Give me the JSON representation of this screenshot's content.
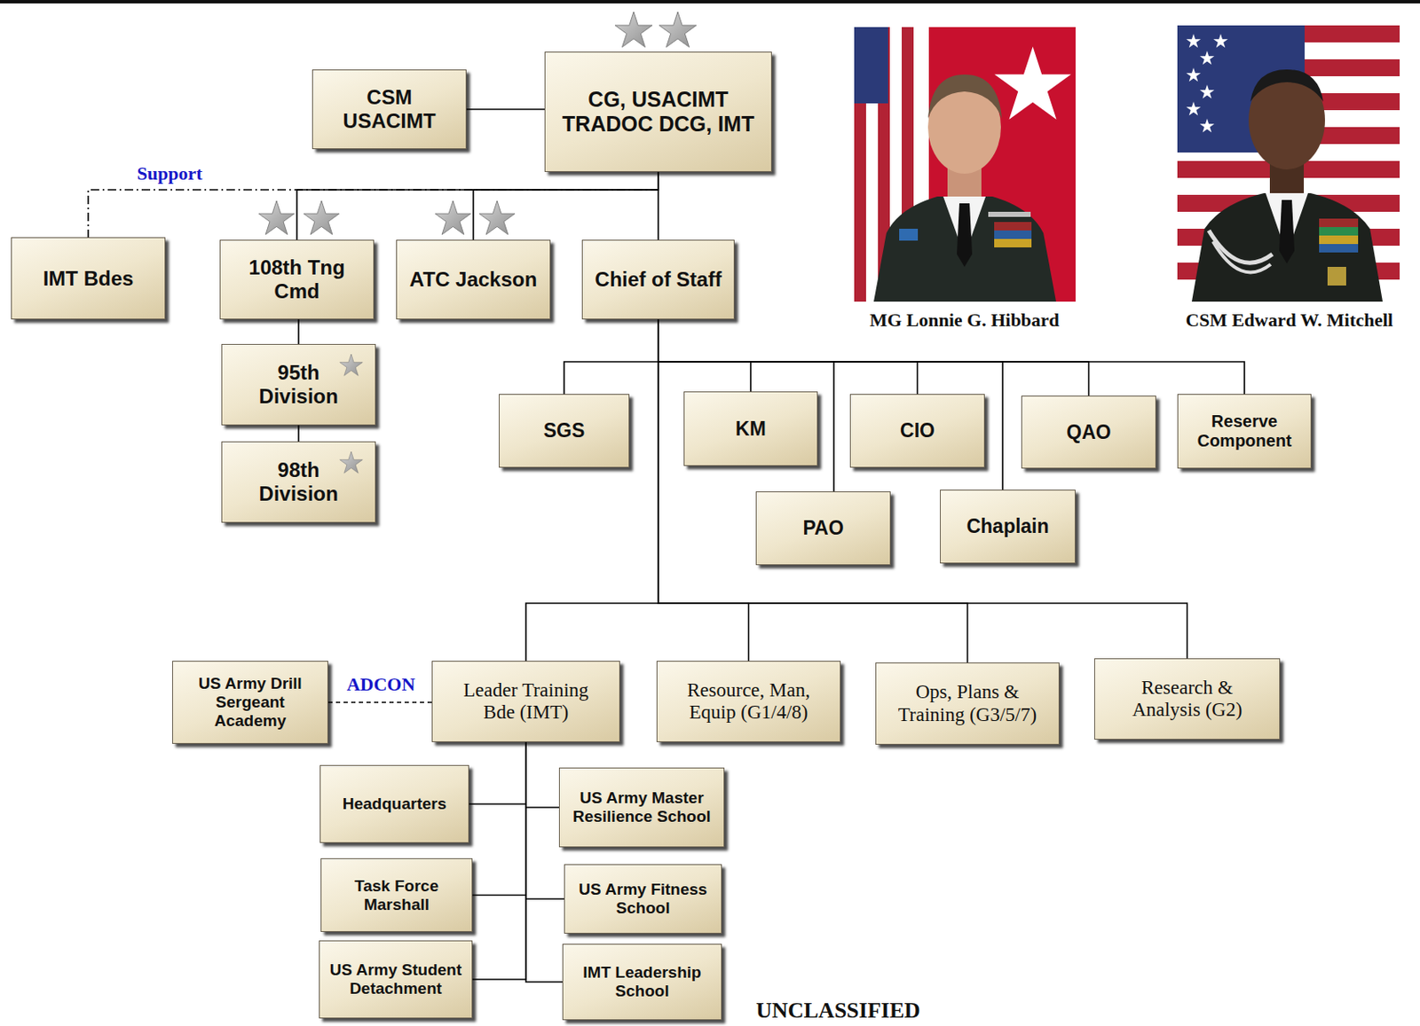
{
  "diagram": {
    "nodes": [
      {
        "text": [
          "CSM USACIMT"
        ]
      },
      {
        "text": [
          "CG, USACIMT TRADOC DCG, IMT"
        ]
      },
      {
        "text": [
          "IMT Bdes"
        ]
      },
      {
        "text": [
          "108th Tng Cmd"
        ]
      },
      {
        "text": [
          "ATC Jackson"
        ]
      },
      {
        "text": [
          "Chief of Staff"
        ]
      },
      {
        "text": [
          "95th Division"
        ]
      },
      {
        "text": [
          "98th Division"
        ]
      },
      {
        "text": [
          "SGS"
        ]
      },
      {
        "text": [
          "KM"
        ]
      },
      {
        "text": [
          "CIO"
        ]
      },
      {
        "text": [
          "QAO"
        ]
      },
      {
        "text": [
          "Reserve Component"
        ]
      },
      {
        "text": [
          "PAO"
        ]
      },
      {
        "text": [
          "Chaplain"
        ]
      },
      {
        "text": [
          "US Army Drill Sergeant Academy"
        ]
      },
      {
        "text": [
          "Leader Training Bde (IMT)"
        ]
      },
      {
        "text": [
          "Resource, Man, Equip (G1/4/8)"
        ]
      },
      {
        "text": [
          "Ops, Plans & Training (G3/5/7)"
        ]
      },
      {
        "text": [
          "Research & Analysis (G2)"
        ]
      },
      {
        "text": [
          "Headquarters"
        ]
      },
      {
        "text": [
          "US Army Master Resilience School"
        ]
      },
      {
        "text": [
          "Task Force Marshall"
        ]
      },
      {
        "text": [
          "US Army Fitness School"
        ]
      },
      {
        "text": [
          "US Army Student Detachment"
        ]
      },
      {
        "text": [
          "IMT Leadership School"
        ]
      }
    ],
    "edges": [
      {
        "from": 0,
        "to": 1,
        "arrow": "none"
      },
      {
        "from": 1,
        "to": 2,
        "label": "Support",
        "arrow": "none"
      },
      {
        "from": 1,
        "to": 3,
        "arrow": "none"
      },
      {
        "from": 1,
        "to": 4,
        "arrow": "none"
      },
      {
        "from": 1,
        "to": 5,
        "arrow": "none"
      },
      {
        "from": 3,
        "to": 6,
        "arrow": "none"
      },
      {
        "from": 6,
        "to": 7,
        "arrow": "none"
      },
      {
        "from": 5,
        "to": 8,
        "arrow": "none"
      },
      {
        "from": 5,
        "to": 9,
        "arrow": "none"
      },
      {
        "from": 5,
        "to": 10,
        "arrow": "none"
      },
      {
        "from": 5,
        "to": 11,
        "arrow": "none"
      },
      {
        "from": 5,
        "to": 12,
        "arrow": "none"
      },
      {
        "from": 5,
        "to": 13,
        "arrow": "none"
      },
      {
        "from": 5,
        "to": 14,
        "arrow": "none"
      },
      {
        "from": 5,
        "to": 16,
        "arrow": "none"
      },
      {
        "from": 5,
        "to": 17,
        "arrow": "none"
      },
      {
        "from": 5,
        "to": 18,
        "arrow": "none"
      },
      {
        "from": 5,
        "to": 19,
        "arrow": "none"
      },
      {
        "from": 15,
        "to": 16,
        "label": "ADCON",
        "arrow": "none"
      },
      {
        "from": 16,
        "to": 20,
        "arrow": "none"
      },
      {
        "from": 16,
        "to": 21,
        "arrow": "none"
      },
      {
        "from": 16,
        "to": 22,
        "arrow": "none"
      },
      {
        "from": 16,
        "to": 23,
        "arrow": "none"
      },
      {
        "from": 16,
        "to": 24,
        "arrow": "none"
      },
      {
        "from": 16,
        "to": 25,
        "arrow": "none"
      }
    ],
    "labels": [
      "MG Lonnie G. Hibbard",
      "CSM Edward W. Mitchell",
      "UNCLASSIFIED"
    ]
  }
}
